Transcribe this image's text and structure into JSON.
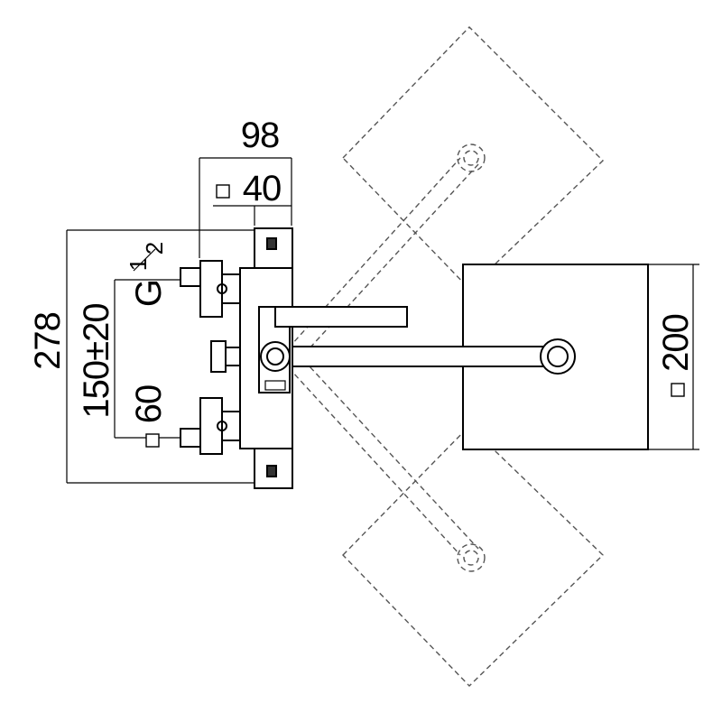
{
  "dimensions": {
    "width_total": "98",
    "width_square": "40",
    "height_total": "278",
    "center_spacing": "150",
    "center_tolerance": "±20",
    "inlet_square": "60",
    "showerhead_square": "200",
    "thread_prefix": "G",
    "thread_numerator": "1",
    "thread_denominator": "2"
  }
}
